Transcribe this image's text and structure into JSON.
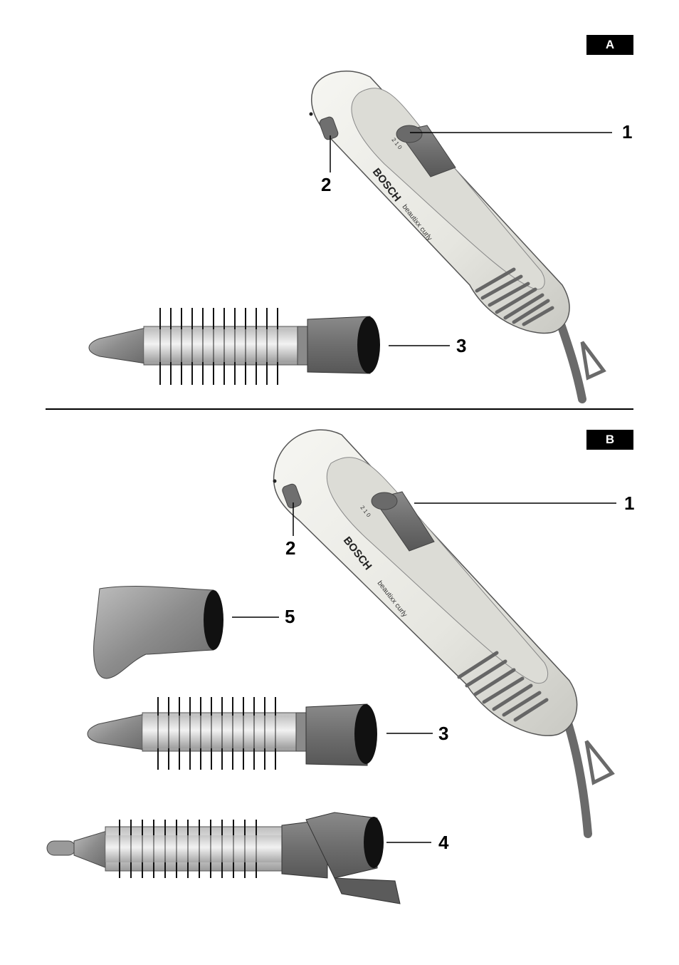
{
  "panels": {
    "a": {
      "label": "A",
      "device": {
        "brand": "BOSCH",
        "model": "beautixx curly",
        "switch_marks": "2 1 0"
      }
    },
    "b": {
      "label": "B",
      "device": {
        "brand": "BOSCH",
        "model": "beautixx curly",
        "switch_marks": "2 1 0"
      }
    }
  },
  "callouts": {
    "a_1": "1",
    "a_2": "2",
    "a_3": "3",
    "b_1": "1",
    "b_2": "2",
    "b_5": "5",
    "b_3": "3",
    "b_4": "4"
  },
  "colors": {
    "body": "#ecece6",
    "body_shadow": "#c8c8c2",
    "dark_grey": "#6b6b6b",
    "mid_grey": "#8c8c8c",
    "barrel": "#d6d6d6",
    "black": "#000000"
  }
}
